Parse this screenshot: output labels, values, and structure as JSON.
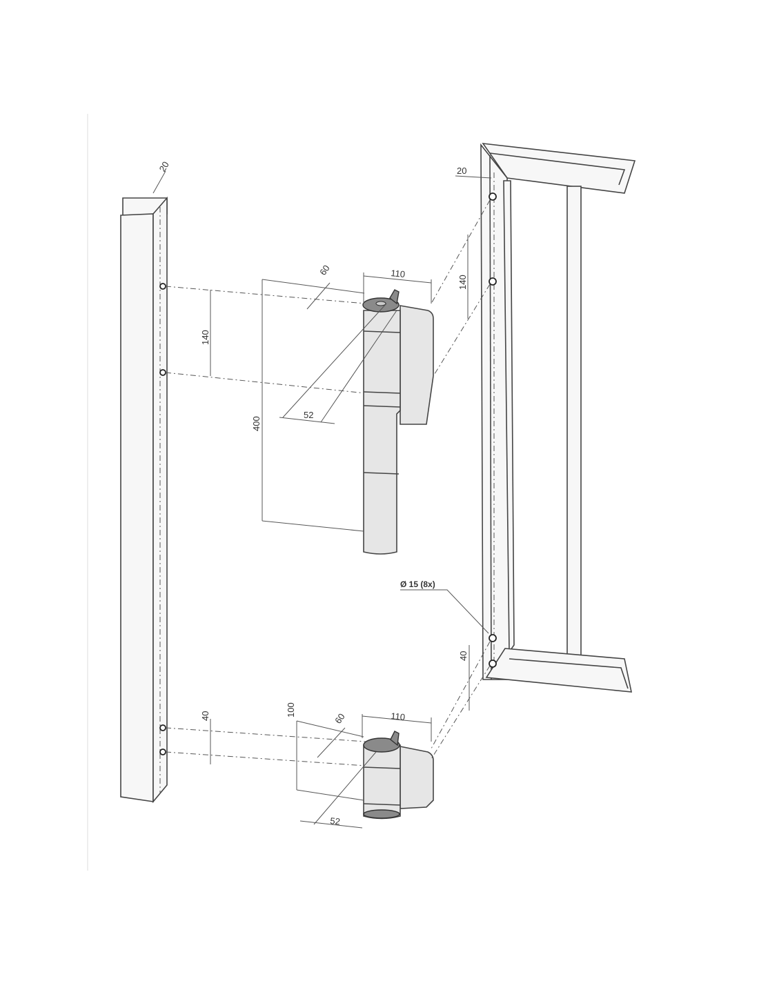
{
  "dimensions": {
    "post_wall": "20",
    "frame_wall": "20",
    "upper_hinge_offset": "60",
    "upper_hinge_width": "110",
    "post_hole_spacing_upper": "140",
    "frame_hole_spacing_upper": "140",
    "upper_hinge_height": "400",
    "upper_hinge_depth": "52",
    "hole_diameter": "Ø 15 (8x)",
    "frame_hole_spacing_lower": "40",
    "post_hole_spacing_lower": "40",
    "lower_hinge_height": "100",
    "lower_hinge_offset": "60",
    "lower_hinge_width": "110",
    "lower_hinge_depth": "52"
  }
}
